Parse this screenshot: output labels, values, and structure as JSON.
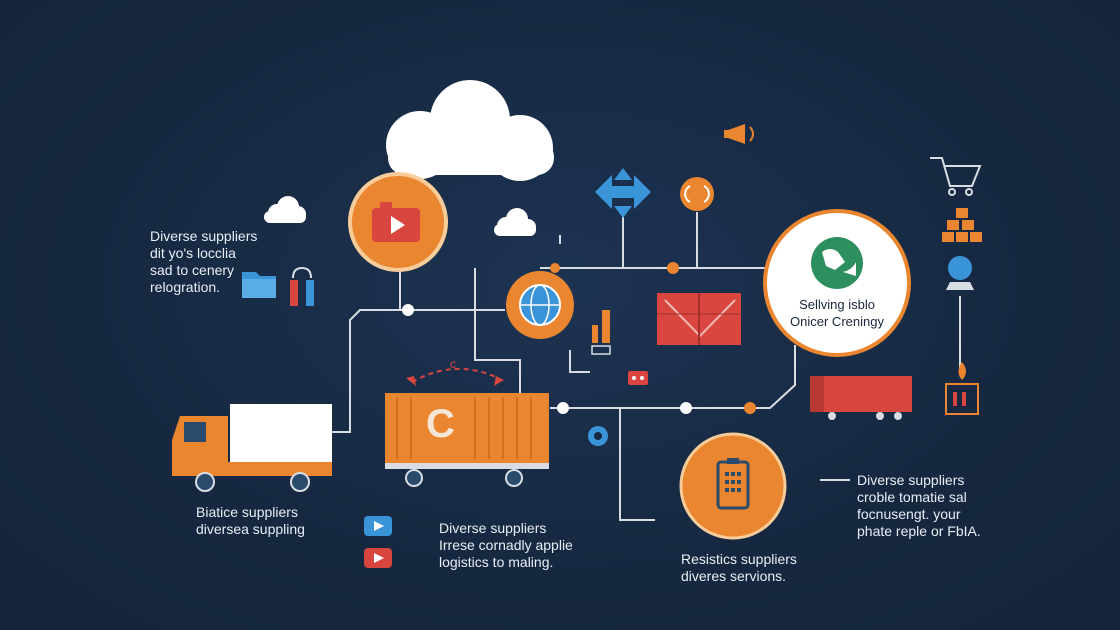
{
  "texts": {
    "left_top": "Diverse suppliers\ndit yo's locclia\nsad to cenery\nrelogration.",
    "circle_right": "Sellving isblo\nOnicer Creningy",
    "container_letter": "C",
    "arrow_letter": "c",
    "truck_caption": "Biatice suppliers\ndiversea suppling",
    "mid_bottom": "Diverse suppliers\nIrrese cornadly applie\nlogistics to maling.",
    "right_mid": "Diverse suppliers\ncroble tomatie sal\nfocnusengt. your\nphate reple or FbIA.",
    "bottom_right": "Resistics suppliers\ndiveres servions."
  },
  "colors": {
    "background": "#162840",
    "line": "#d9dde3",
    "orange": "#e9862f",
    "red": "#d9463f",
    "blue": "#3a95d8",
    "white": "#ffffff"
  },
  "icons": [
    "cloud-icon",
    "video-play-icon",
    "globe-icon",
    "arrows-icon",
    "folder-icon",
    "battery-icon",
    "truck-icon",
    "shipping-container-icon",
    "phone-icon",
    "cart-icon",
    "blocks-icon",
    "fire-icon",
    "flag-icon"
  ]
}
